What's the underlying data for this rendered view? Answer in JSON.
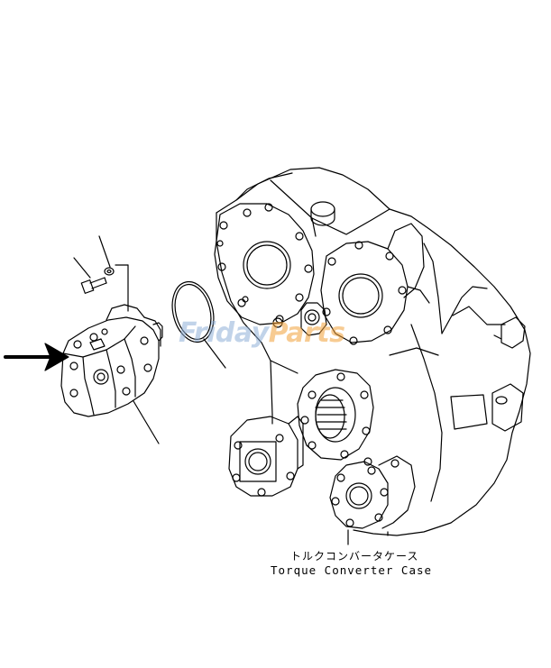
{
  "caption": {
    "japanese": "トルクコンバータケース",
    "english": "Torque Converter Case"
  },
  "watermark": {
    "text_part1": "Friday",
    "text_part2": "Parts",
    "color_primary": "#8fb0d8",
    "color_accent": "#f2a13a"
  },
  "colors": {
    "line": "#000000",
    "background": "#ffffff"
  }
}
